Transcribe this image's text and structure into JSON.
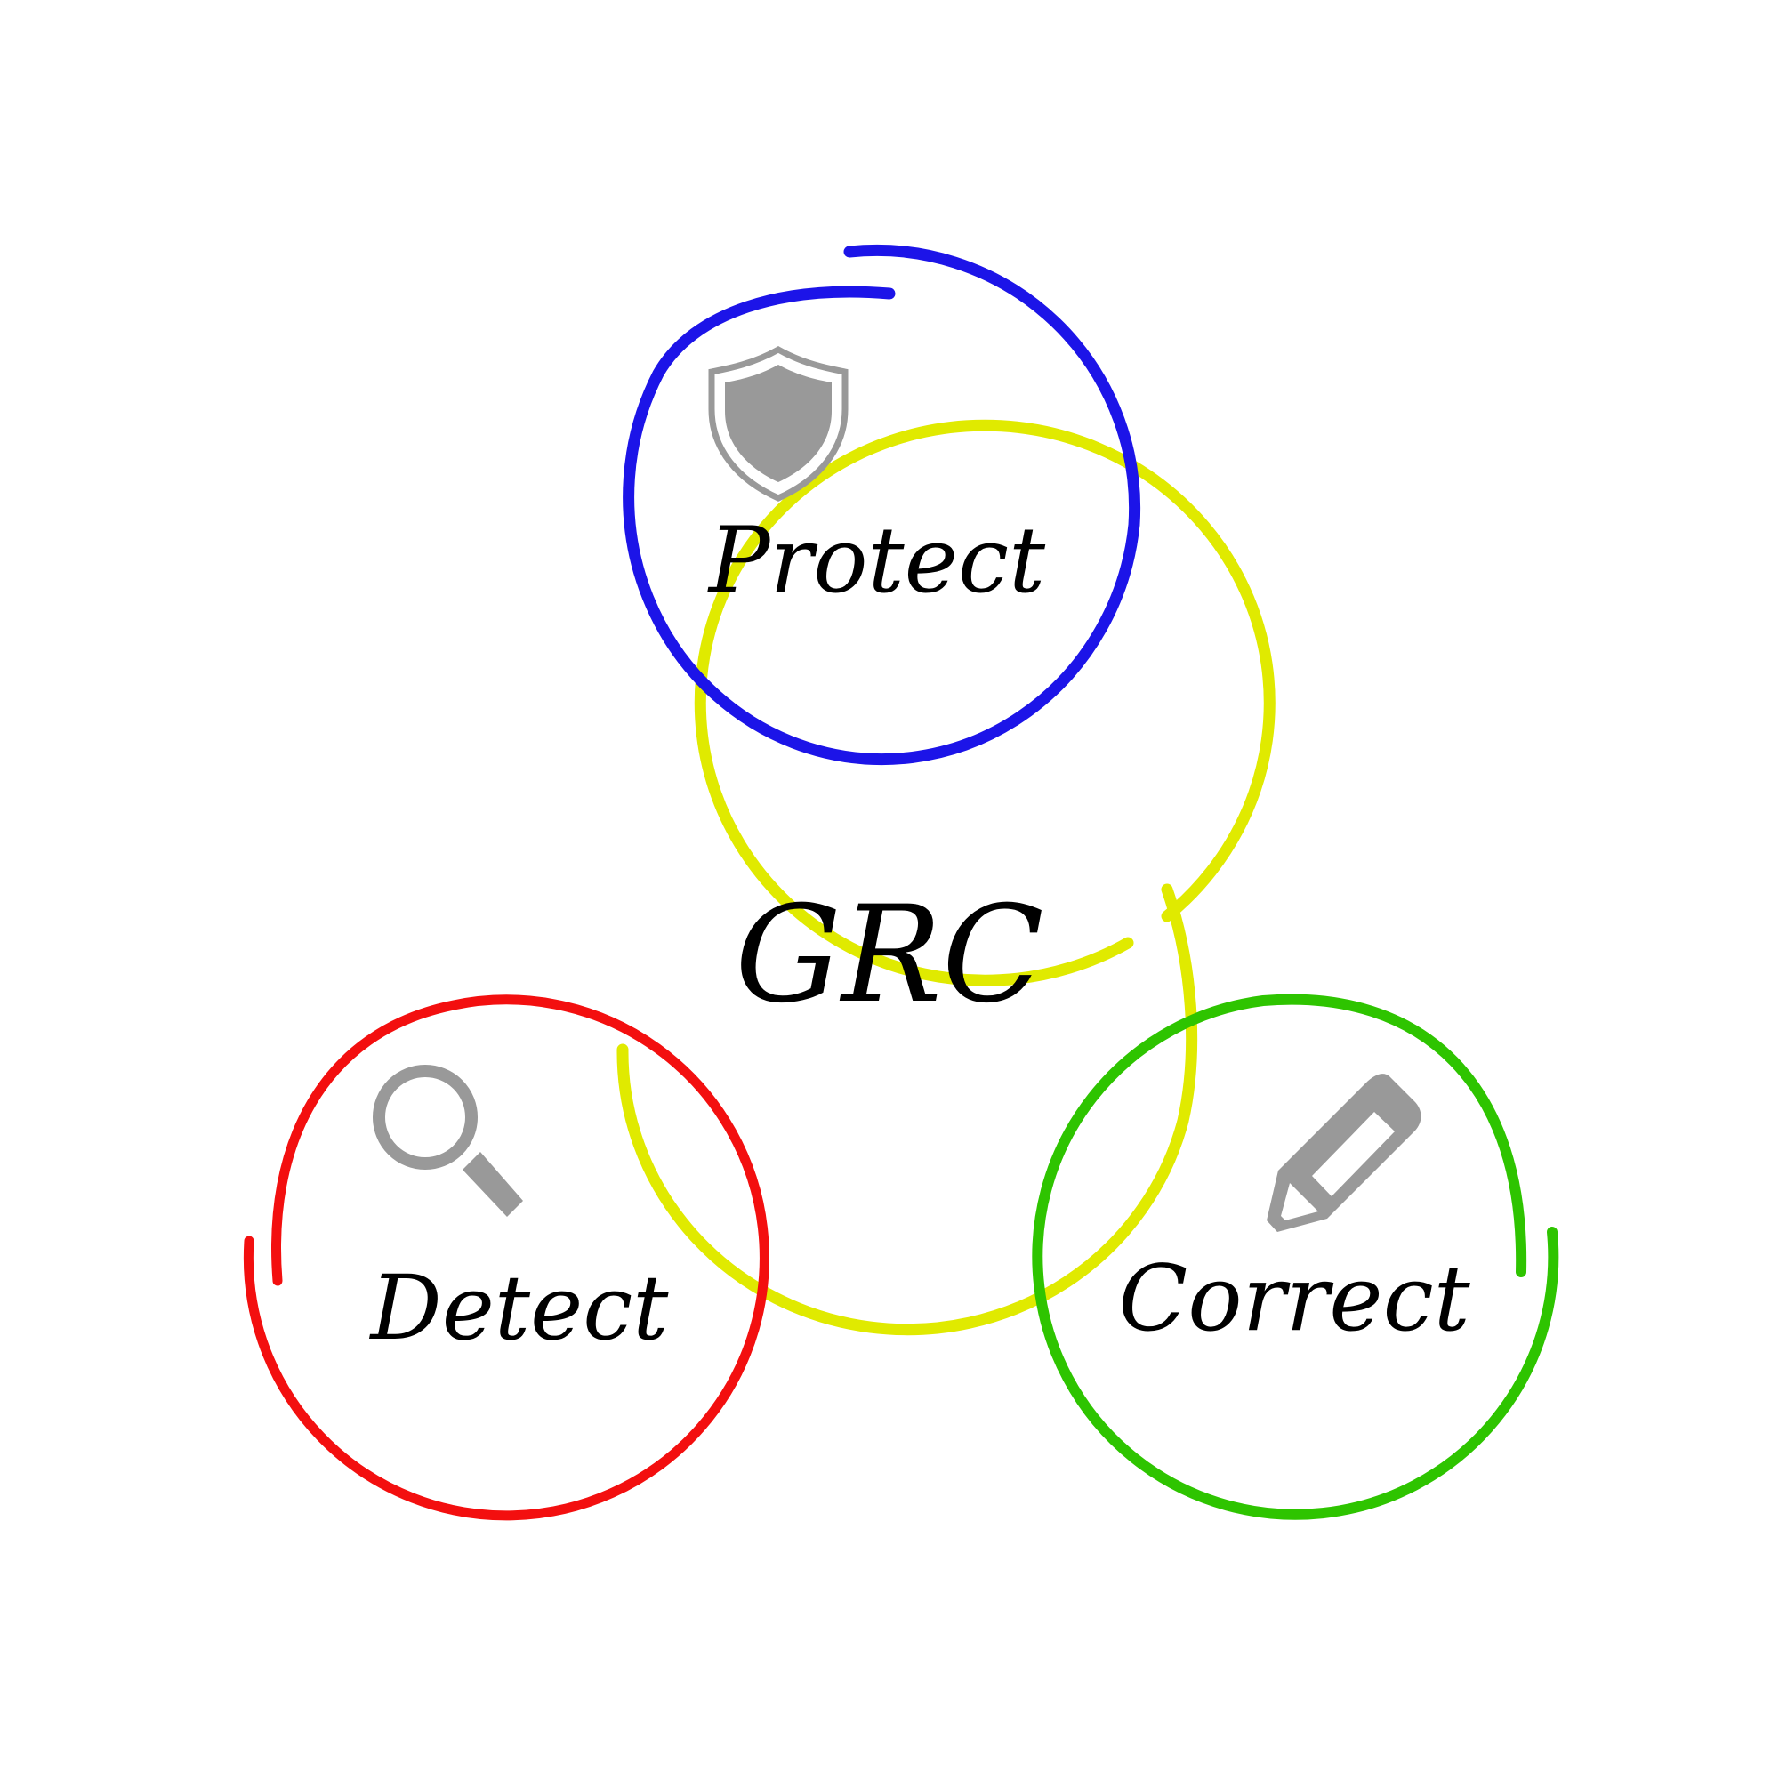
{
  "center": {
    "label": "GRC",
    "color": "#e0ea00"
  },
  "nodes": [
    {
      "id": "protect",
      "label": "Protect",
      "color": "#1c14e8",
      "icon": "shield-icon"
    },
    {
      "id": "detect",
      "label": "Detect",
      "color": "#f30f0f",
      "icon": "magnifier-icon"
    },
    {
      "id": "correct",
      "label": "Correct",
      "color": "#2ec400",
      "icon": "pencil-icon"
    }
  ],
  "icon_color": "#999999"
}
